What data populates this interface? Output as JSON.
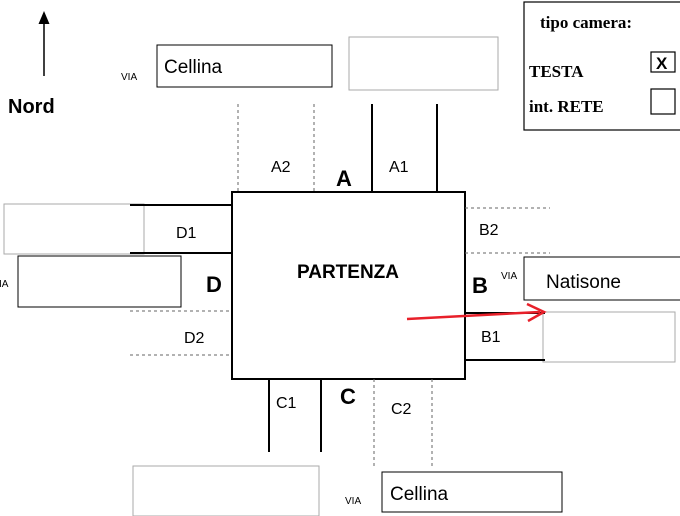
{
  "north": {
    "label": "Nord"
  },
  "center": {
    "label": "PARTENZA"
  },
  "arms": {
    "A": {
      "letter": "A",
      "lane_in": "A1",
      "lane_out": "A2"
    },
    "B": {
      "letter": "B",
      "lane_in": "B1",
      "lane_out": "B2"
    },
    "C": {
      "letter": "C",
      "lane_in": "C1",
      "lane_out": "C2"
    },
    "D": {
      "letter": "D",
      "lane_in": "D1",
      "lane_out": "D2"
    }
  },
  "streets": {
    "via_prefix": "VIA",
    "north": "Cellina",
    "east": "Natisone",
    "south": "Cellina",
    "west_prefix_clipped": "IA"
  },
  "legend": {
    "title": "tipo camera:",
    "options": [
      {
        "label": "TESTA",
        "mark": "X"
      },
      {
        "label": "int. RETE",
        "mark": ""
      }
    ]
  },
  "colors": {
    "arrow": "#e8202a",
    "dashed": "#666666",
    "box_border": "#aaaaaa"
  }
}
